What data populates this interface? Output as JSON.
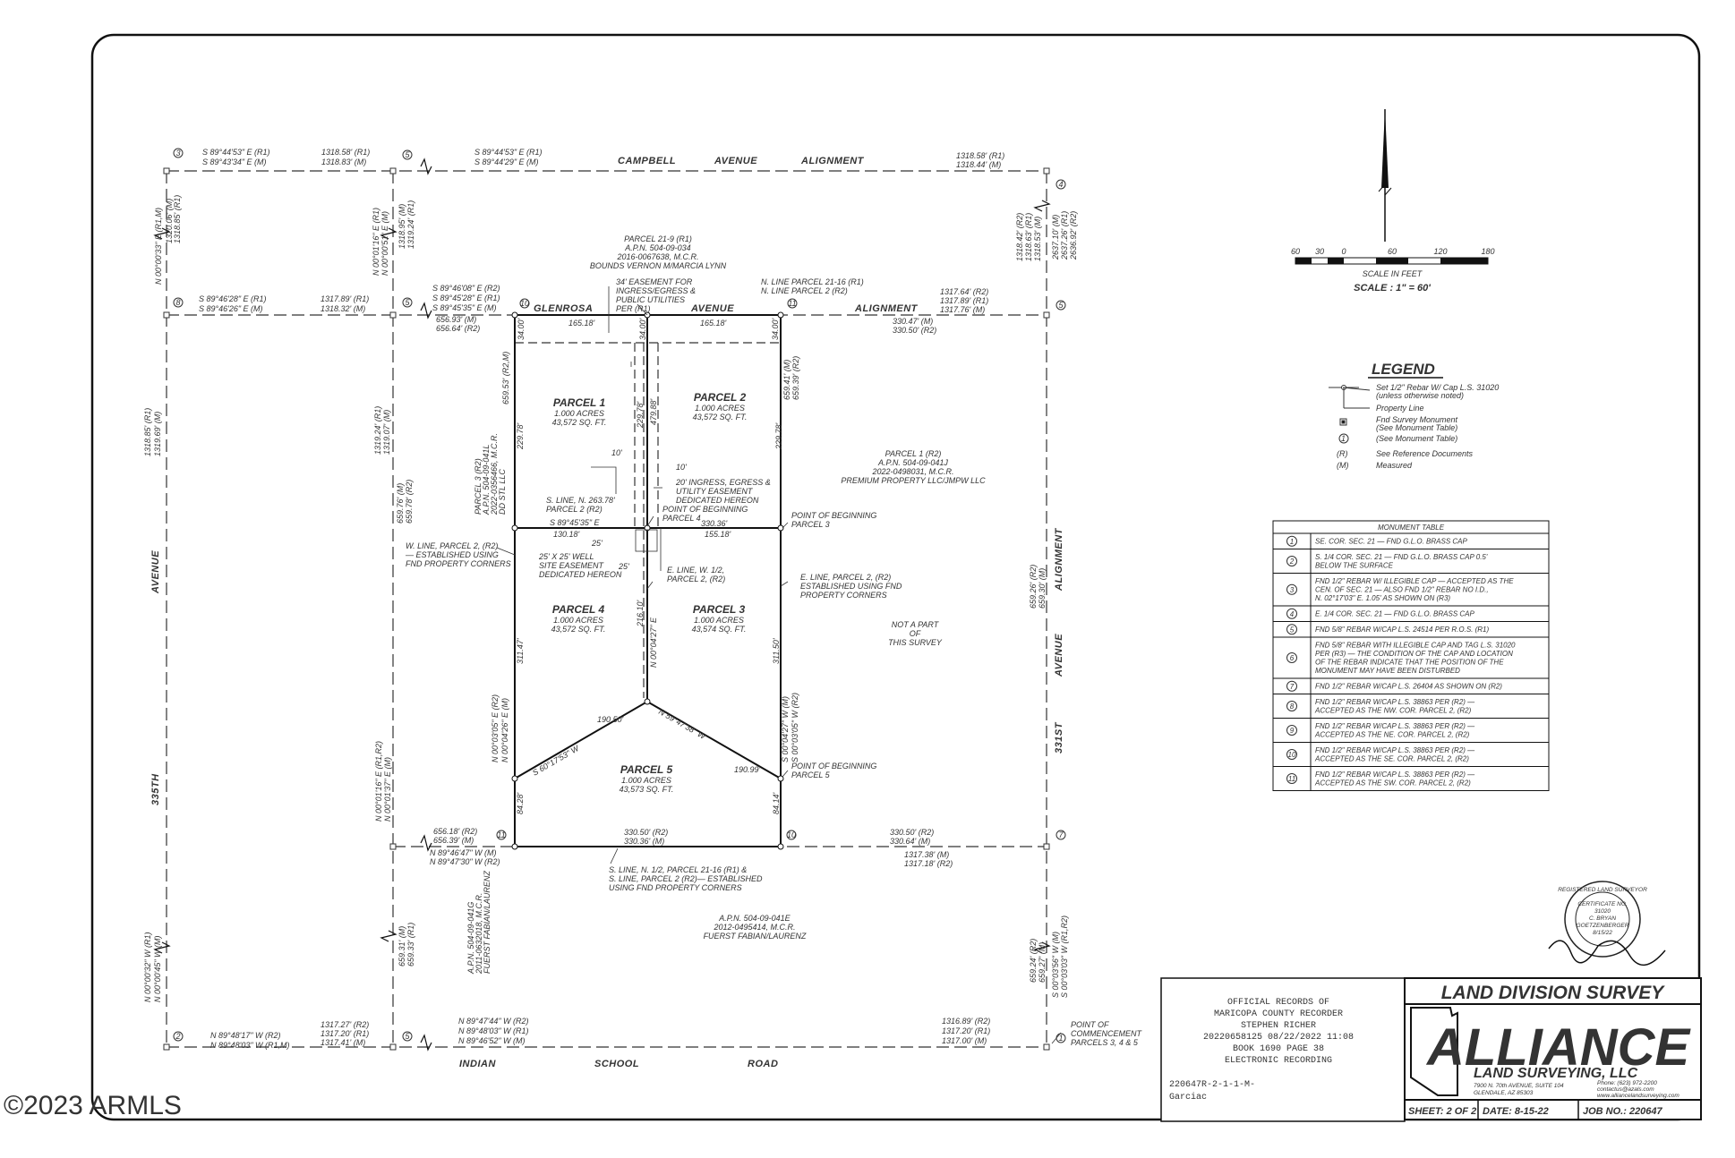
{
  "watermark": "©2023 ARMLS",
  "roads": {
    "north": [
      "CAMPBELL",
      "AVENUE",
      "ALIGNMENT"
    ],
    "middle": [
      "GLENROSA",
      "AVENUE",
      "ALIGNMENT"
    ],
    "south": [
      "INDIAN",
      "SCHOOL",
      "ROAD"
    ],
    "west": [
      "AVENUE",
      "335TH"
    ],
    "east": [
      "ALIGNMENT",
      "AVENUE",
      "331ST"
    ]
  },
  "parcels": [
    {
      "name": "PARCEL 1",
      "acres": "1.000 ACRES",
      "sqft": "43,572 SQ. FT."
    },
    {
      "name": "PARCEL 2",
      "acres": "1.000 ACRES",
      "sqft": "43,572 SQ. FT."
    },
    {
      "name": "PARCEL 3",
      "acres": "1.000 ACRES",
      "sqft": "43,574 SQ. FT."
    },
    {
      "name": "PARCEL 4",
      "acres": "1.000 ACRES",
      "sqft": "43,572 SQ. FT."
    },
    {
      "name": "PARCEL 5",
      "acres": "1.000 ACRES",
      "sqft": "43,573 SQ. FT."
    }
  ],
  "notes": {
    "parcel219": [
      "PARCEL 21-9 (R1)",
      "A.P.N. 504-09-034",
      "2016-0067638, M.C.R.",
      "BOUNDS VERNON M/MARCIA LYNN"
    ],
    "easement34": [
      "34' EASEMENT FOR",
      "INGRESS/EGRESS &",
      "PUBLIC UTILITIES",
      "PER (R1)"
    ],
    "nline": [
      "N. LINE PARCEL 21-16 (R1)",
      "N. LINE PARCEL 2 (R2)"
    ],
    "parcel1r2": [
      "PARCEL 1 (R2)",
      "A.P.N. 504-09-041J",
      "2022-0498031, M.C.R.",
      "PREMIUM PROPERTY LLC/JMPW LLC"
    ],
    "easement20": [
      "20' INGRESS, EGRESS &",
      "UTILITY EASEMENT",
      "DEDICATED HEREON"
    ],
    "pob4": [
      "POINT OF BEGINNING",
      "PARCEL 4"
    ],
    "pob3": [
      "POINT OF BEGINNING",
      "PARCEL 3"
    ],
    "pob5": [
      "POINT OF BEGINNING",
      "PARCEL 5"
    ],
    "sline263": [
      "S. LINE, N. 263.78'",
      "PARCEL 2 (R2)"
    ],
    "wline": [
      "W. LINE, PARCEL 2, (R2)",
      "— ESTABLISHED USING",
      "FND PROPERTY CORNERS"
    ],
    "well": [
      "25' X 25' WELL",
      "SITE EASEMENT",
      "DEDICATED HEREON"
    ],
    "ehalf": [
      "E. LINE, W. 1/2,",
      "PARCEL 2, (R2)"
    ],
    "eline": [
      "E. LINE, PARCEL 2, (R2)",
      "ESTABLISHED USING FND",
      "PROPERTY CORNERS"
    ],
    "notpart": [
      "NOT A PART",
      "OF",
      "THIS SURVEY"
    ],
    "parcel3r2": [
      "PARCEL 3 (R2)",
      "A.P.N. 504-09-041L",
      "2022-0356466, M.C.R.",
      "DD STL LLC"
    ],
    "slinehalf": [
      "S. LINE, N. 1/2, PARCEL 21-16 (R1) &",
      "S. LINE, PARCEL 2 (R2)— ESTABLISHED",
      "USING FND PROPERTY CORNERS"
    ],
    "apn41e": [
      "A.P.N. 504-09-041E",
      "2012-0495414, M.C.R.",
      "FUERST FABIAN/LAURENZ"
    ],
    "apn41g": [
      "A.P.N. 504-09-041G",
      "2011-0632018, M.C.R.",
      "FUERST FABIAN/LAURENZ"
    ],
    "poc": [
      "POINT OF",
      "COMMENCEMENT",
      "PARCELS 3, 4 & 5"
    ]
  },
  "bearings": {
    "n1": [
      "S 89°44'53\" E (R1)",
      "S 89°43'34\" E (M)"
    ],
    "n1d": [
      "1318.58' (R1)",
      "1318.83' (M)"
    ],
    "n2": [
      "S 89°44'53\" E (R1)",
      "S 89°44'29\" E (M)"
    ],
    "n2d": [
      "1318.58' (R1)",
      "1318.44' (M)"
    ],
    "m1": [
      "S 89°46'28\" E (R1)",
      "S 89°46'26\" E (M)"
    ],
    "m1d": [
      "1317.89' (R1)",
      "1318.32' (M)"
    ],
    "m2": [
      "S 89°46'08\" E (R2)",
      "S 89°45'28\" E (R1)",
      "S 89°45'35\" E (M)"
    ],
    "m2d": [
      "656.93' (M)",
      "656.64' (R2)"
    ],
    "m3": [
      "1317.64' (R2)",
      "1317.89' (R1)",
      "1317.76' (M)"
    ],
    "m3d": [
      "330.47' (M)",
      "330.50' (R2)"
    ],
    "s1": [
      "N 89°48'17\" W (R2)",
      "N 89°48'03\" W (R1,M)"
    ],
    "s1d": [
      "1317.27' (R2)",
      "1317.20' (R1)",
      "1317.41' (M)"
    ],
    "s2": [
      "N 89°47'44\" W (R2)",
      "N 89°48'03\" W (R1)",
      "N 89°46'52\" W (M)"
    ],
    "s2d": [
      "1316.89' (R2)",
      "1317.20' (R1)",
      "1317.00' (M)"
    ],
    "w1": [
      "N 00°00'33\" E (R1,M)",
      "1320.06' (M)",
      "1318.85' (R1)"
    ],
    "w2": [
      "1318.85' (R1)",
      "1319.69' (M)"
    ],
    "w3": [
      "N 00°00'32\" W (R1)",
      "N 00°00'45\" W (M)"
    ],
    "cw1": [
      "N 00°01'16\" E (R1)",
      "N 00°00'51\" E (M)",
      "1318.95' (M)",
      "1319.24' (R1)"
    ],
    "cw2": [
      "1319.24' (R1)",
      "1319.07' (M)"
    ],
    "cw3": [
      "659.76' (M)",
      "659.78' (R2)"
    ],
    "cw4": [
      "N 00°01'16\" E (R1,R2)",
      "N 00°01'37\" E (M)"
    ],
    "cw5": [
      "659.31' (M)",
      "659.33' (R1)"
    ],
    "e1": [
      "1318.42' (R2)",
      "1318.63' (R1)",
      "1318.53' (M)"
    ],
    "e2": [
      "2637.10' (M)",
      "2637.26' (R1)",
      "2636.92' (R2)"
    ],
    "e3": [
      "659.26' (R2)",
      "659.30' (M)"
    ],
    "e4": [
      "659.24' (R2)",
      "659.27' (M)"
    ],
    "e5": [
      "S 00°03'56\" W (M)",
      "S 00°03'03\" W (R1,R2)"
    ],
    "w6562": [
      "656.18' (R2)",
      "656.39' (M)"
    ],
    "w6562b": [
      "N 89°46'47\" W (M)",
      "N 89°47'30\" W (R2)"
    ],
    "p5s": [
      "330.50' (R2)",
      "330.36' (M)"
    ],
    "p5e": [
      "330.50' (R2)",
      "330.64' (M)"
    ],
    "p5e2": [
      "1317.38' (M)",
      "1317.18' (R2)"
    ],
    "wp": [
      "N 00°03'05\" E (R2)",
      "N 00°04'26\" E (M)"
    ],
    "ep": [
      "S 00°04'27\" W (M)",
      "S 00°03'05\" W (R2)"
    ],
    "center": "N 00°04'27\" E",
    "p5w": "S 60°17'53\" W",
    "p5e3": "N 59°47'38\" W",
    "wline2": [
      "659.53' (R2,M)"
    ],
    "eline2": [
      "659.41' (M)",
      "659.39' (R2)"
    ]
  },
  "dims": {
    "d3400a": "34.00'",
    "d3400b": "34.00'",
    "d3400c": "34.00'",
    "d16518a": "165.18'",
    "d16518b": "165.18'",
    "d22978a": "229.78'",
    "d22978b": "229.78'",
    "d22978c": "229.78'",
    "d47988": "479.88'",
    "d10a": "10'",
    "d10b": "10'",
    "d13018": "130.18'",
    "d33036": "330.36'",
    "d15518": "155.18'",
    "s89": "S 89°45'35\" E",
    "d25a": "25'",
    "d25b": "25'",
    "d21610": "216.10'",
    "d31147": "311.47'",
    "d31150": "311.50'",
    "d19050": "190.50'",
    "d19099": "190.99'",
    "d8428": "84.28'",
    "d8414": "84.14'"
  },
  "monuments": [
    "1",
    "2",
    "3",
    "4",
    "5",
    "5",
    "5",
    "5",
    "5",
    "6",
    "7",
    "8",
    "9",
    "10",
    "11"
  ],
  "scale": {
    "ticks": [
      "60",
      "30",
      "0",
      "60",
      "120",
      "180"
    ],
    "unit": "SCALE IN FEET",
    "label": "SCALE : 1\" = 60'"
  },
  "legend": {
    "title": "LEGEND",
    "items": [
      "Set 1/2\" Rebar W/ Cap L.S. 31020",
      "(unless otherwise noted)",
      "Property Line",
      "Fnd Survey Monument",
      "(See Monument Table)",
      "(See Monument Table)",
      "See Reference Documents",
      "Measured"
    ],
    "symbols": [
      "1",
      "(R)",
      "(M)"
    ]
  },
  "monument_table": {
    "title": "MONUMENT TABLE",
    "rows": [
      {
        "n": "1",
        "lines": [
          "SE. COR. SEC. 21 — FND G.L.O. BRASS CAP"
        ]
      },
      {
        "n": "2",
        "lines": [
          "S. 1/4 COR. SEC. 21 — FND G.L.O. BRASS CAP 0.5'",
          "BELOW THE SURFACE"
        ]
      },
      {
        "n": "3",
        "lines": [
          "FND 1/2\" REBAR W/ ILLEGIBLE CAP — ACCEPTED AS THE",
          "CEN. OF SEC. 21 — ALSO FND 1/2\" REBAR NO I.D.,",
          "N. 02°17'03\" E. 1.05' AS SHOWN ON (R3)"
        ]
      },
      {
        "n": "4",
        "lines": [
          "E. 1/4 COR. SEC. 21 — FND G.L.O. BRASS CAP"
        ]
      },
      {
        "n": "5",
        "lines": [
          "FND 5/8\" REBAR W/CAP L.S. 24514 PER R.O.S. (R1)"
        ]
      },
      {
        "n": "6",
        "lines": [
          "FND 5/8\" REBAR WITH ILLEGIBLE CAP AND TAG L.S. 31020",
          "PER (R3) — THE CONDITION OF THE CAP AND LOCATION",
          "OF THE REBAR INDICATE THAT THE POSITION OF THE",
          "MONUMENT MAY HAVE BEEN DISTURBED"
        ]
      },
      {
        "n": "7",
        "lines": [
          "FND 1/2\" REBAR W/CAP L.S. 26404 AS SHOWN ON (R2)"
        ]
      },
      {
        "n": "8",
        "lines": [
          "FND 1/2\" REBAR W/CAP L.S. 38863 PER (R2) —",
          "ACCEPTED AS THE NW. COR. PARCEL 2, (R2)"
        ]
      },
      {
        "n": "9",
        "lines": [
          "FND 1/2\" REBAR W/CAP L.S. 38863 PER (R2) —",
          "ACCEPTED AS THE NE. COR. PARCEL 2, (R2)"
        ]
      },
      {
        "n": "10",
        "lines": [
          "FND 1/2\" REBAR W/CAP L.S. 38863 PER (R2) —",
          "ACCEPTED AS THE SE. COR. PARCEL 2, (R2)"
        ]
      },
      {
        "n": "11",
        "lines": [
          "FND 1/2\" REBAR W/CAP L.S. 38863 PER (R2) —",
          "ACCEPTED AS THE SW. COR. PARCEL 2, (R2)"
        ]
      }
    ]
  },
  "seal": [
    "REGISTERED LAND SURVEYOR",
    "CERTIFICATE NO.",
    "31020",
    "C. BRYAN",
    "GOETZENBERGER",
    "8/15/22"
  ],
  "recording": [
    "OFFICIAL RECORDS OF",
    "MARICOPA COUNTY RECORDER",
    "STEPHEN RICHER",
    "20220658125  08/22/2022  11:08",
    "BOOK 1690  PAGE 38",
    "ELECTRONIC RECORDING",
    "",
    "220647R-2-1-1-M-",
    "Garciac"
  ],
  "title_block": {
    "title": "LAND DIVISION SURVEY",
    "brand": "ALLIANCE",
    "brand_sub": "LAND SURVEYING, LLC",
    "address": [
      "7900 N. 70th AVENUE, SUITE 104",
      "GLENDALE, AZ 85303"
    ],
    "contact": [
      "Phone: (623) 972-2200",
      "contactus@azals.com",
      "www.alliancelandsurveying.com"
    ],
    "sheet": "SHEET: 2 OF 2",
    "date": "DATE: 8-15-22",
    "job": "JOB NO.: 220647"
  }
}
